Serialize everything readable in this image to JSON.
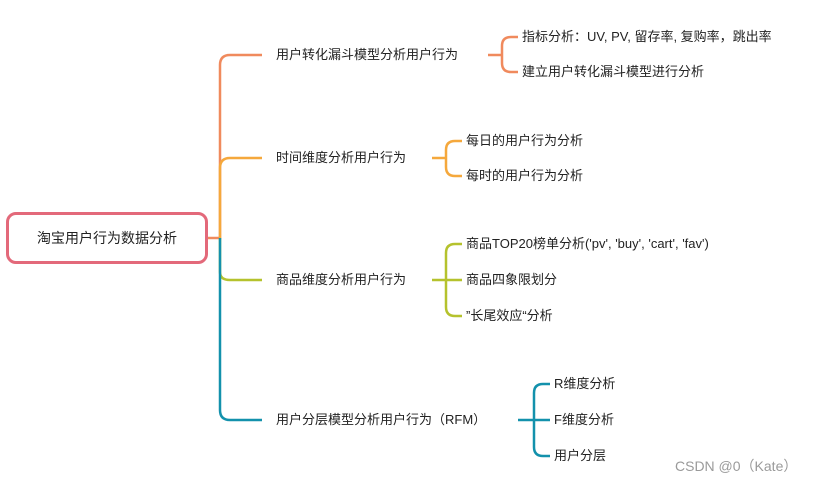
{
  "root": {
    "label": "淘宝用户行为数据分析"
  },
  "branches": [
    {
      "label": "用户转化漏斗模型分析用户行为",
      "color": "#f08a5d",
      "children": [
        "指标分析：UV, PV, 留存率, 复购率，跳出率",
        "建立用户转化漏斗模型进行分析"
      ]
    },
    {
      "label": "时间维度分析用户行为",
      "color": "#f5a83c",
      "children": [
        "每日的用户行为分析",
        "每时的用户行为分析"
      ]
    },
    {
      "label": "商品维度分析用户行为",
      "color": "#b5c22d",
      "children": [
        "商品TOP20榜单分析('pv', 'buy', 'cart', 'fav')",
        "商品四象限划分",
        "”长尾效应“分析"
      ]
    },
    {
      "label": "用户分层模型分析用户行为（RFM）",
      "color": "#1391ac",
      "children": [
        "R维度分析",
        "F维度分析",
        "用户分层"
      ]
    }
  ],
  "watermark": "CSDN @0（Kate）"
}
